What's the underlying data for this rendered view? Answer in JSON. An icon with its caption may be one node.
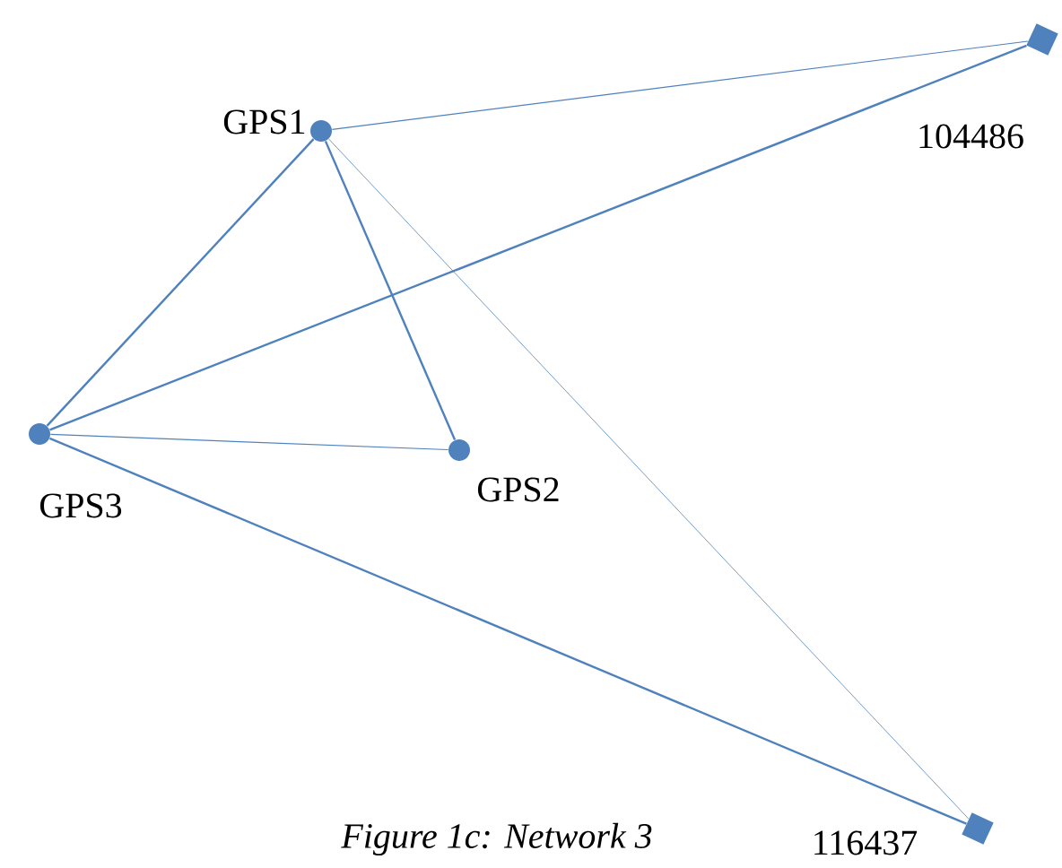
{
  "diagram": {
    "caption": "Figure 1c: Network 3",
    "nodes": [
      {
        "text": [
          "GPS1"
        ]
      },
      {
        "text": [
          "104486"
        ]
      },
      {
        "text": [
          "GPS3"
        ]
      },
      {
        "text": [
          "GPS2"
        ]
      },
      {
        "text": [
          "116437"
        ]
      }
    ],
    "edges": [
      {
        "from": 0,
        "to": 1,
        "arrow": "none"
      },
      {
        "from": 0,
        "to": 2,
        "arrow": "none"
      },
      {
        "from": 0,
        "to": 3,
        "arrow": "none"
      },
      {
        "from": 0,
        "to": 4,
        "arrow": "none"
      },
      {
        "from": 2,
        "to": 1,
        "arrow": "none"
      },
      {
        "from": 2,
        "to": 3,
        "arrow": "none"
      },
      {
        "from": 2,
        "to": 4,
        "arrow": "none"
      }
    ]
  }
}
